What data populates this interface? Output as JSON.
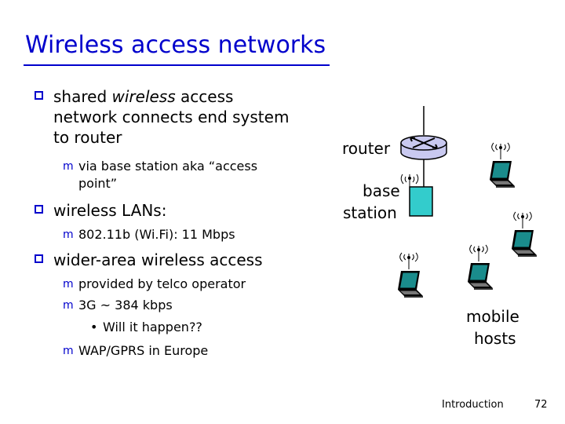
{
  "slide": {
    "title": "Wireless access networks",
    "bullets": {
      "b1_line1": "shared ",
      "b1_italic": "wireless",
      "b1_line1_end": " access",
      "b1_line2": "network connects end system",
      "b1_line3": "to router",
      "b1_sub_line1": "via base station aka “access",
      "b1_sub_line2": "point”",
      "b2": "wireless LANs:",
      "b2_sub": "802.11b (Wi.Fi): 11 Mbps",
      "b3": "wider-area wireless access",
      "b3_sub1": "provided by telco operator",
      "b3_sub2": "3G ~ 384 kbps",
      "b3_sub2_child": "Will it happen??",
      "b3_sub3": "WAP/GPRS in Europe"
    },
    "markers": {
      "sub_marker": "m",
      "dot": "•"
    }
  },
  "diagram": {
    "router_label": "router",
    "base_station_label_1": "base",
    "base_station_label_2": "station",
    "mobile_hosts_label_1": "mobile",
    "mobile_hosts_label_2": "hosts",
    "colors": {
      "router_fill": "#c9c9f0",
      "base_station_fill": "#33cccc",
      "laptop_screen": "#1a8c8c"
    }
  },
  "footer": {
    "section": "Introduction",
    "page_number": "72"
  }
}
